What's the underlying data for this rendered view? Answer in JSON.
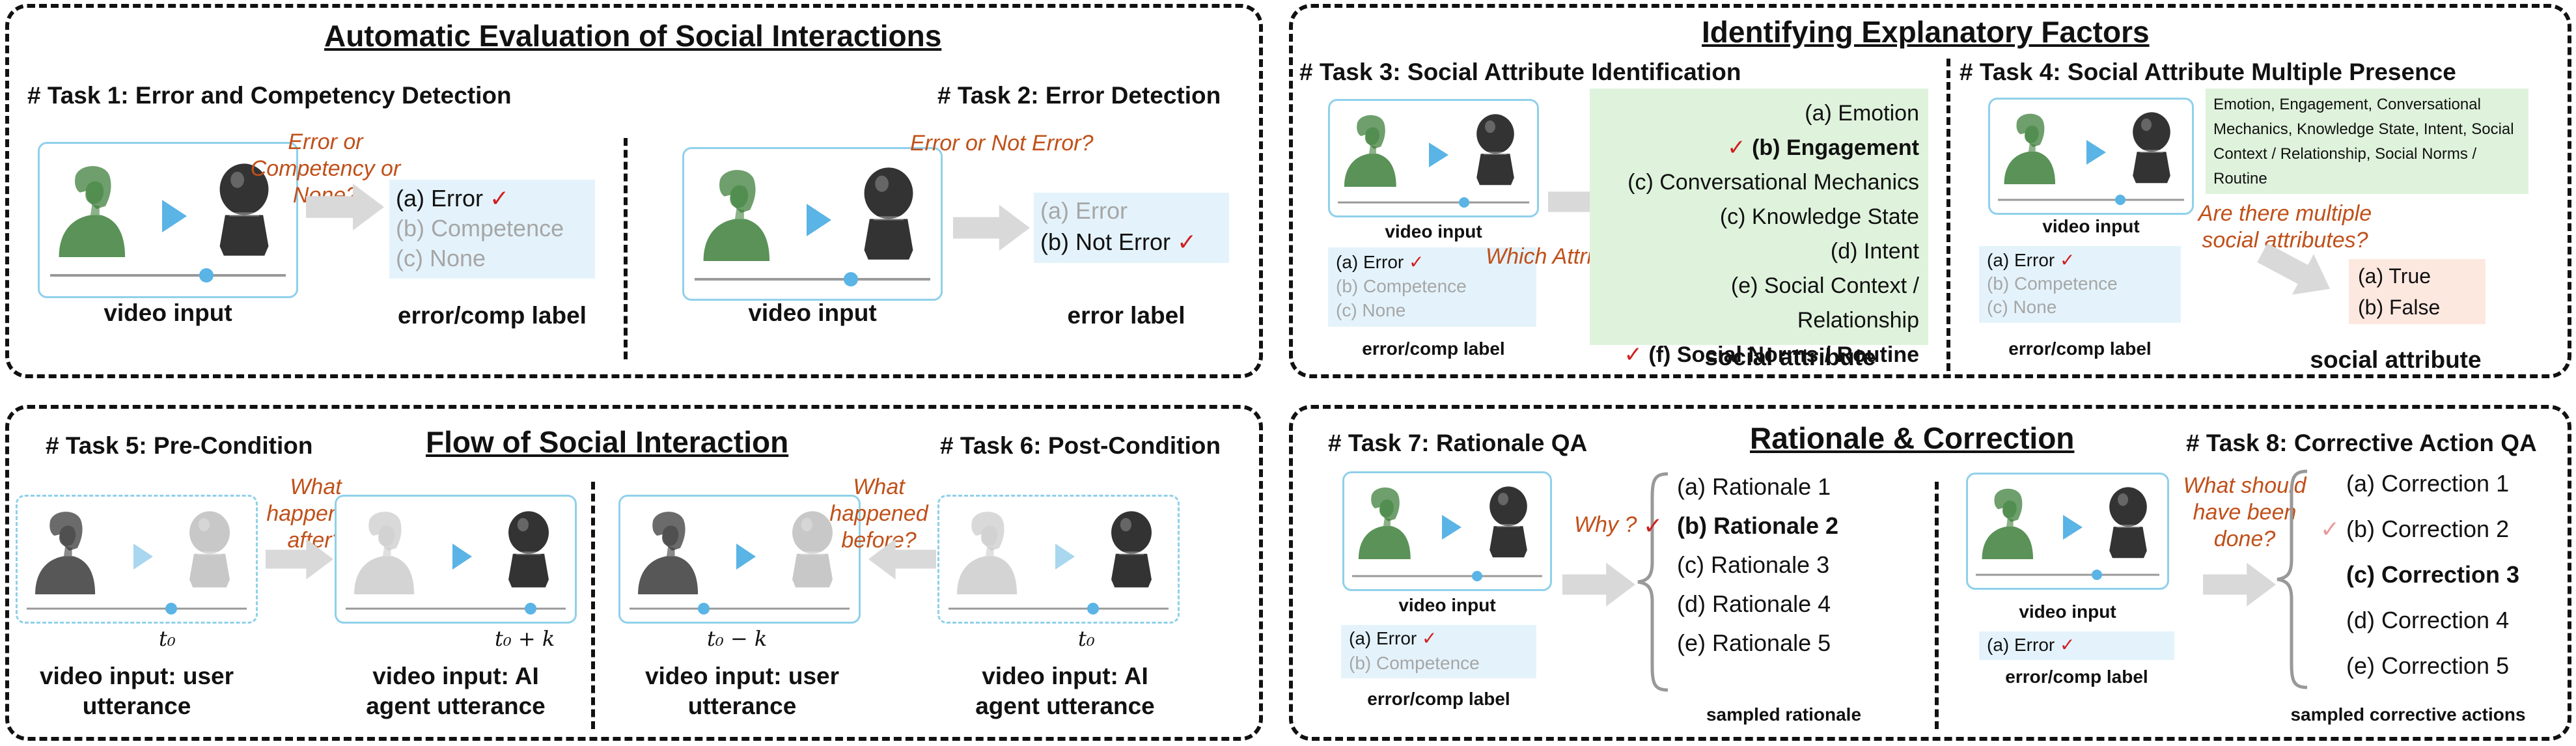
{
  "colors": {
    "border": "#111111",
    "question": "#c0501a",
    "check": "#d01f1f",
    "video_border": "#8fd0ea",
    "play": "#5ab4e5",
    "label_blue": "#e4f3fb",
    "label_green": "#dff3dc",
    "label_pink": "#fde8e0",
    "muted_text": "#a6a6a6",
    "arrow": "#d9d9d9"
  },
  "icons": {
    "video": "person-and-robot-video-icon",
    "play": "play-triangle-icon",
    "check": "check-mark-icon",
    "arrow": "block-arrow-icon",
    "brace": "curly-brace-icon"
  },
  "panel1": {
    "title": "Automatic Evaluation of Social Interactions",
    "task1": {
      "title": "# Task 1: Error and Competency Detection",
      "question": "Error or Competency or  None?",
      "labels": [
        "(a) Error",
        "(b) Competence",
        "(c) None"
      ],
      "check": "✓",
      "video_caption": "video input",
      "label_caption": "error/comp label"
    },
    "task2": {
      "title": "# Task 2: Error Detection",
      "question": "Error or Not Error?",
      "labels": [
        "(a)    Error",
        "(b) Not Error"
      ],
      "check": "✓",
      "video_caption": "video input",
      "label_caption": "error label"
    }
  },
  "panel2": {
    "title": "Identifying Explanatory Factors",
    "task3": {
      "title": "# Task 3: Social Attribute Identification",
      "attributes": [
        "(a)    Emotion",
        "(b) Engagement",
        "(c) Conversational Mechanics",
        "(c) Knowledge State",
        "(d) Intent",
        "(e) Social Context /",
        "Relationship",
        "(f) Social Norms / Routine"
      ],
      "check": "✓",
      "question": "Which Attribute?",
      "video_caption": "video input",
      "labels": [
        "(a) Error",
        "(b) Competence",
        "(c) None"
      ],
      "label_caption": "error/comp label",
      "attr_caption": "social attribute"
    },
    "task4": {
      "title": "# Task 4: Social Attribute Multiple Presence",
      "attr_list": "Emotion, Engagement, Conversational Mechanics, Knowledge State, Intent, Social Context / Relationship, Social Norms / Routine",
      "question": "Are there multiple social attributes?",
      "video_caption": "video input",
      "labels": [
        "(a) Error",
        "(b) Competence",
        "(c) None"
      ],
      "check": "✓",
      "label_caption": "error/comp label",
      "answers": [
        "(a)      True",
        "(b)      False"
      ],
      "attr_caption": "social attribute"
    }
  },
  "panel3": {
    "title": "Flow of Social Interaction",
    "task5": {
      "title": "# Task 5: Pre-Condition",
      "question": "What happened after?",
      "t_left": "t₀",
      "t_right": "t₀ + k",
      "cap_left": "video input: user utterance",
      "cap_right": "video input: AI agent utterance"
    },
    "task6": {
      "title": "# Task 6: Post-Condition",
      "question": "What happened before?",
      "t_left": "t₀ − k",
      "t_right": "t₀",
      "cap_left": "video input: user utterance",
      "cap_right": "video input: AI agent utterance"
    }
  },
  "panel4": {
    "title": "Rationale & Correction",
    "task7": {
      "title": "# Task 7: Rationale QA",
      "question": "Why ?",
      "video_caption": "video input",
      "labels": [
        "(a) Error",
        "(b) Competence"
      ],
      "check": "✓",
      "label_caption": "error/comp label",
      "options": [
        "(a) Rationale 1",
        "(b) Rationale 2",
        "(c) Rationale 3",
        "(d) Rationale 4",
        "(e) Rationale 5"
      ],
      "options_caption": "sampled rationale"
    },
    "task8": {
      "title": "# Task 8: Corrective Action QA",
      "question": "What should have been done?",
      "video_caption": "video input",
      "labels": [
        "(a) Error"
      ],
      "check": "✓",
      "label_caption": "error/comp label",
      "options": [
        "(a) Correction 1",
        "(b) Correction 2",
        "(c) Correction 3",
        "(d) Correction 4",
        "(e) Correction 5"
      ],
      "options_caption": "sampled corrective actions"
    }
  }
}
